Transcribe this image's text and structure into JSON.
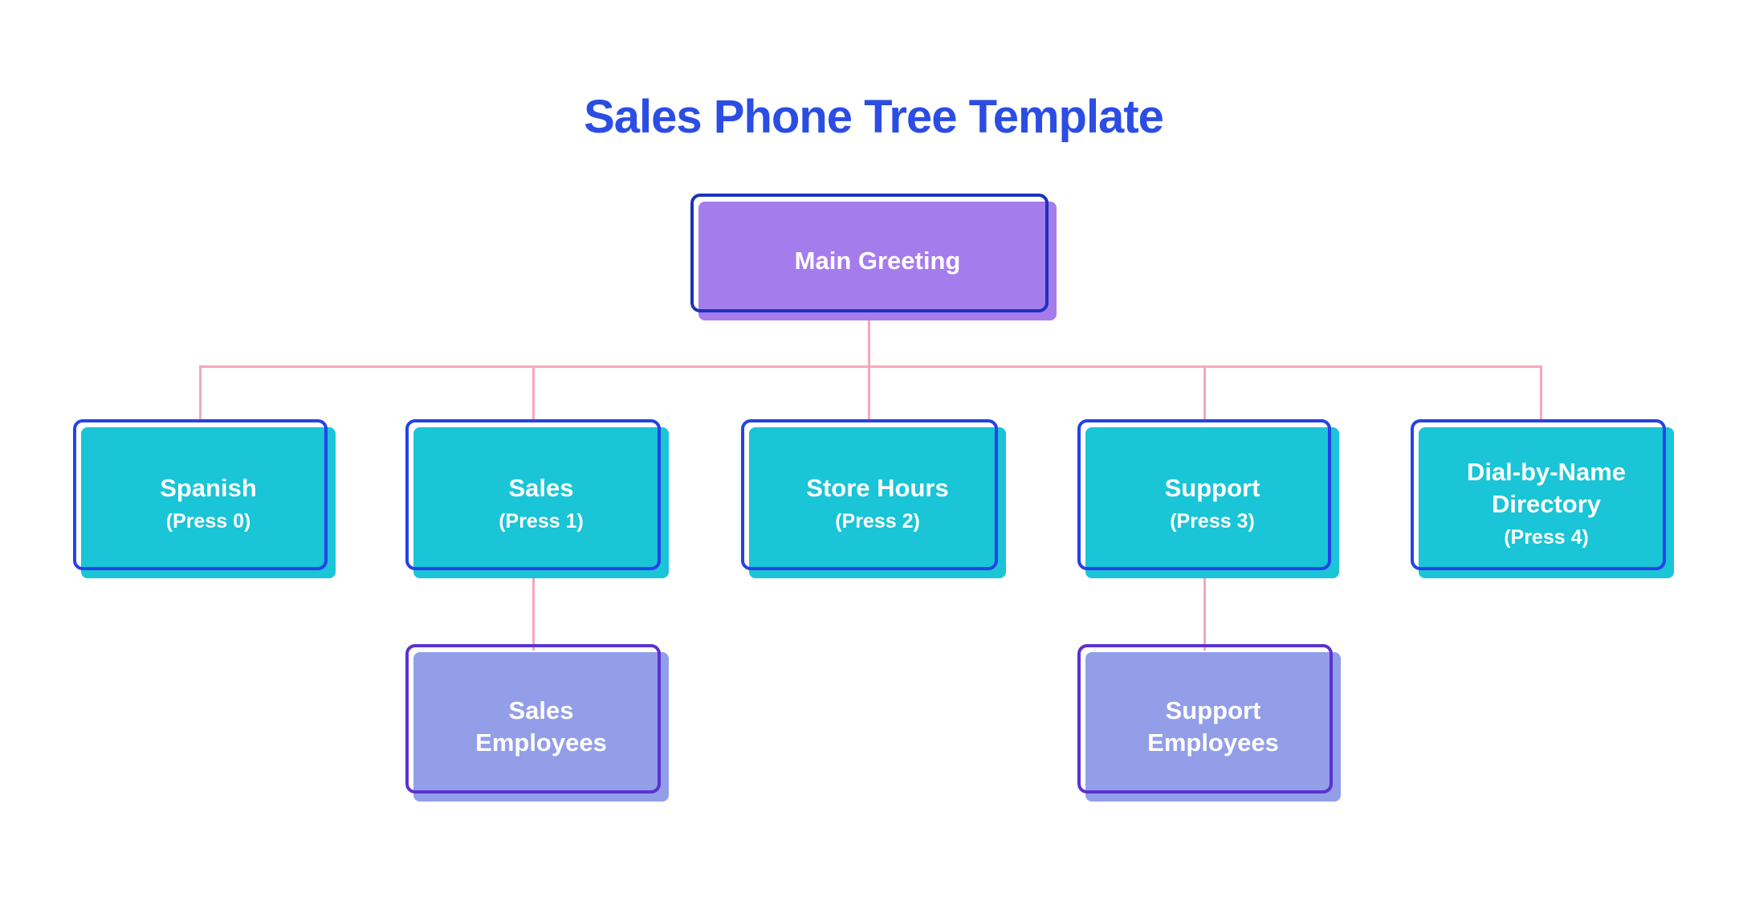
{
  "title": "Sales Phone Tree Template",
  "colors": {
    "title": "#2B4DE4",
    "line": "#F7A7BB",
    "purple_fill": "#A57CEC",
    "purple_border": "#1C31BC",
    "teal_fill": "#19C5D6",
    "teal_border": "#2543E8",
    "lavender_fill": "#939EE9",
    "lavender_border": "#5B32D2",
    "text": "#FFFFFF"
  },
  "nodes": {
    "main": {
      "label": "Main Greeting"
    },
    "spanish": {
      "label": "Spanish",
      "press": "(Press 0)"
    },
    "sales": {
      "label": "Sales",
      "press": "(Press 1)"
    },
    "store_hours": {
      "label": "Store Hours",
      "press": "(Press 2)"
    },
    "support": {
      "label": "Support",
      "press": "(Press 3)"
    },
    "directory": {
      "label": "Dial-by-Name\nDirectory",
      "press": "(Press 4)"
    },
    "sales_employees": {
      "label": "Sales\nEmployees"
    },
    "support_employees": {
      "label": "Support\nEmployees"
    }
  }
}
